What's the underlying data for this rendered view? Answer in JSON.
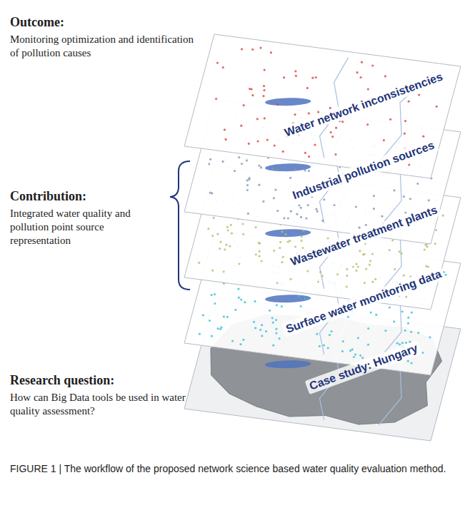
{
  "diagram": {
    "caption": "FIGURE 1 | The workflow of the proposed network science based water quality evaluation method.",
    "nodes": [
      {
        "text": [
          "Water network inconsistencies"
        ]
      },
      {
        "text": [
          "Industrial pollution sources"
        ]
      },
      {
        "text": [
          "Wastewater treatment plants"
        ]
      },
      {
        "text": [
          "Surface water monitoring data"
        ]
      },
      {
        "text": [
          "Case study: Hungary"
        ]
      }
    ],
    "labels": [
      "Outcome:",
      "Monitoring optimization and identification of pollution causes",
      "Contribution:",
      "Integrated water quality and pollution point source representation",
      "Research question:",
      "How can Big Data tools be used in water quality assessment?"
    ]
  }
}
